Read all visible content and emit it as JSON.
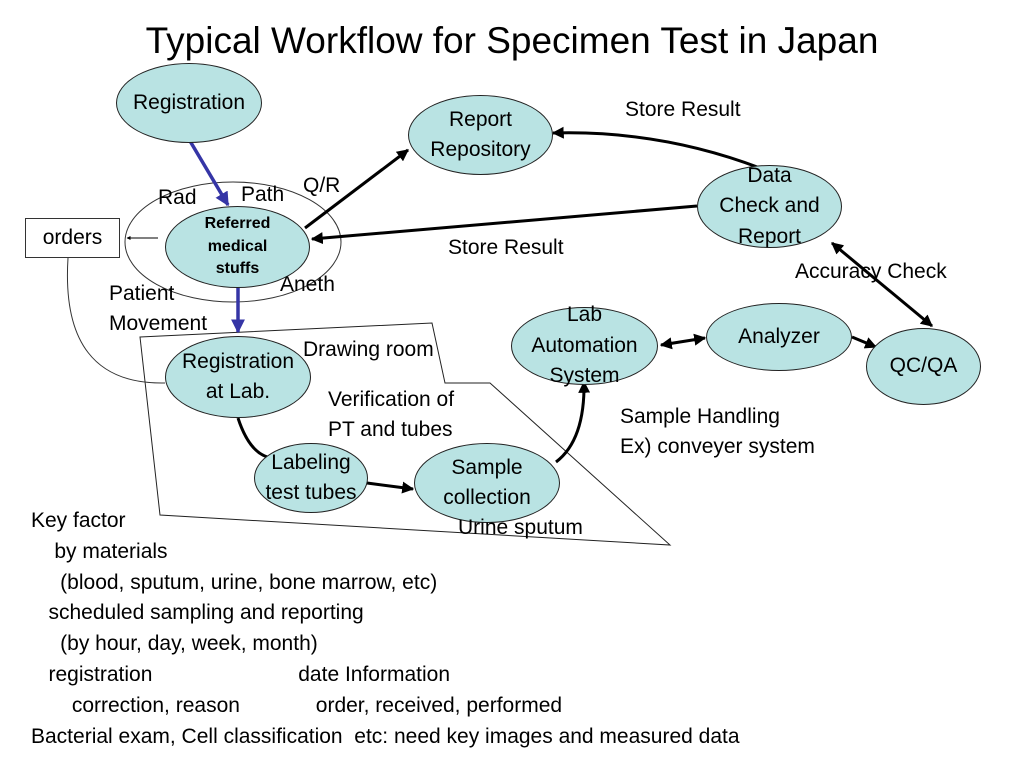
{
  "title": "Typical Workflow for Specimen Test in Japan",
  "colors": {
    "node_fill": "#b9e3e3",
    "node_border": "#222222",
    "blue_arrow": "#3535a6",
    "arrow": "#000000"
  },
  "nodes": {
    "registration": "Registration",
    "report_repository": "Report\nRepository",
    "data_check": "Data\nCheck and\nReport",
    "referred": "Referred\nmedical\nstuffs",
    "registration_lab": "Registration\nat Lab.",
    "labeling": "Labeling\ntest tubes",
    "sample_collection": "Sample\ncollection",
    "lab_automation": "Lab\nAutomation\nSystem",
    "analyzer": "Analyzer",
    "qcqa": "QC/QA"
  },
  "boxes": {
    "orders": "orders"
  },
  "labels": {
    "store_result_top": "Store Result",
    "store_result_mid": "Store Result",
    "qr": "Q/R",
    "rad": "Rad",
    "path": "Path",
    "aneth": "Aneth",
    "accuracy_check": "Accuracy Check",
    "patient": "Patient",
    "movement": "Movement",
    "drawing_room": "Drawing room",
    "verification_1": "Verification of",
    "verification_2": "PT and tubes",
    "sample_handling": "Sample Handling",
    "conveyer": "Ex) conveyer system",
    "urine_sputum": "Urine sputum"
  },
  "key_factor": [
    "Key factor",
    "    by materials",
    "     (blood, sputum, urine, bone marrow, etc)",
    "   scheduled sampling and reporting",
    "     (by hour, day, week, month)",
    "   registration                         date Information",
    "       correction, reason             order, received, performed",
    "Bacterial exam, Cell classification  etc: need key images and measured data"
  ]
}
